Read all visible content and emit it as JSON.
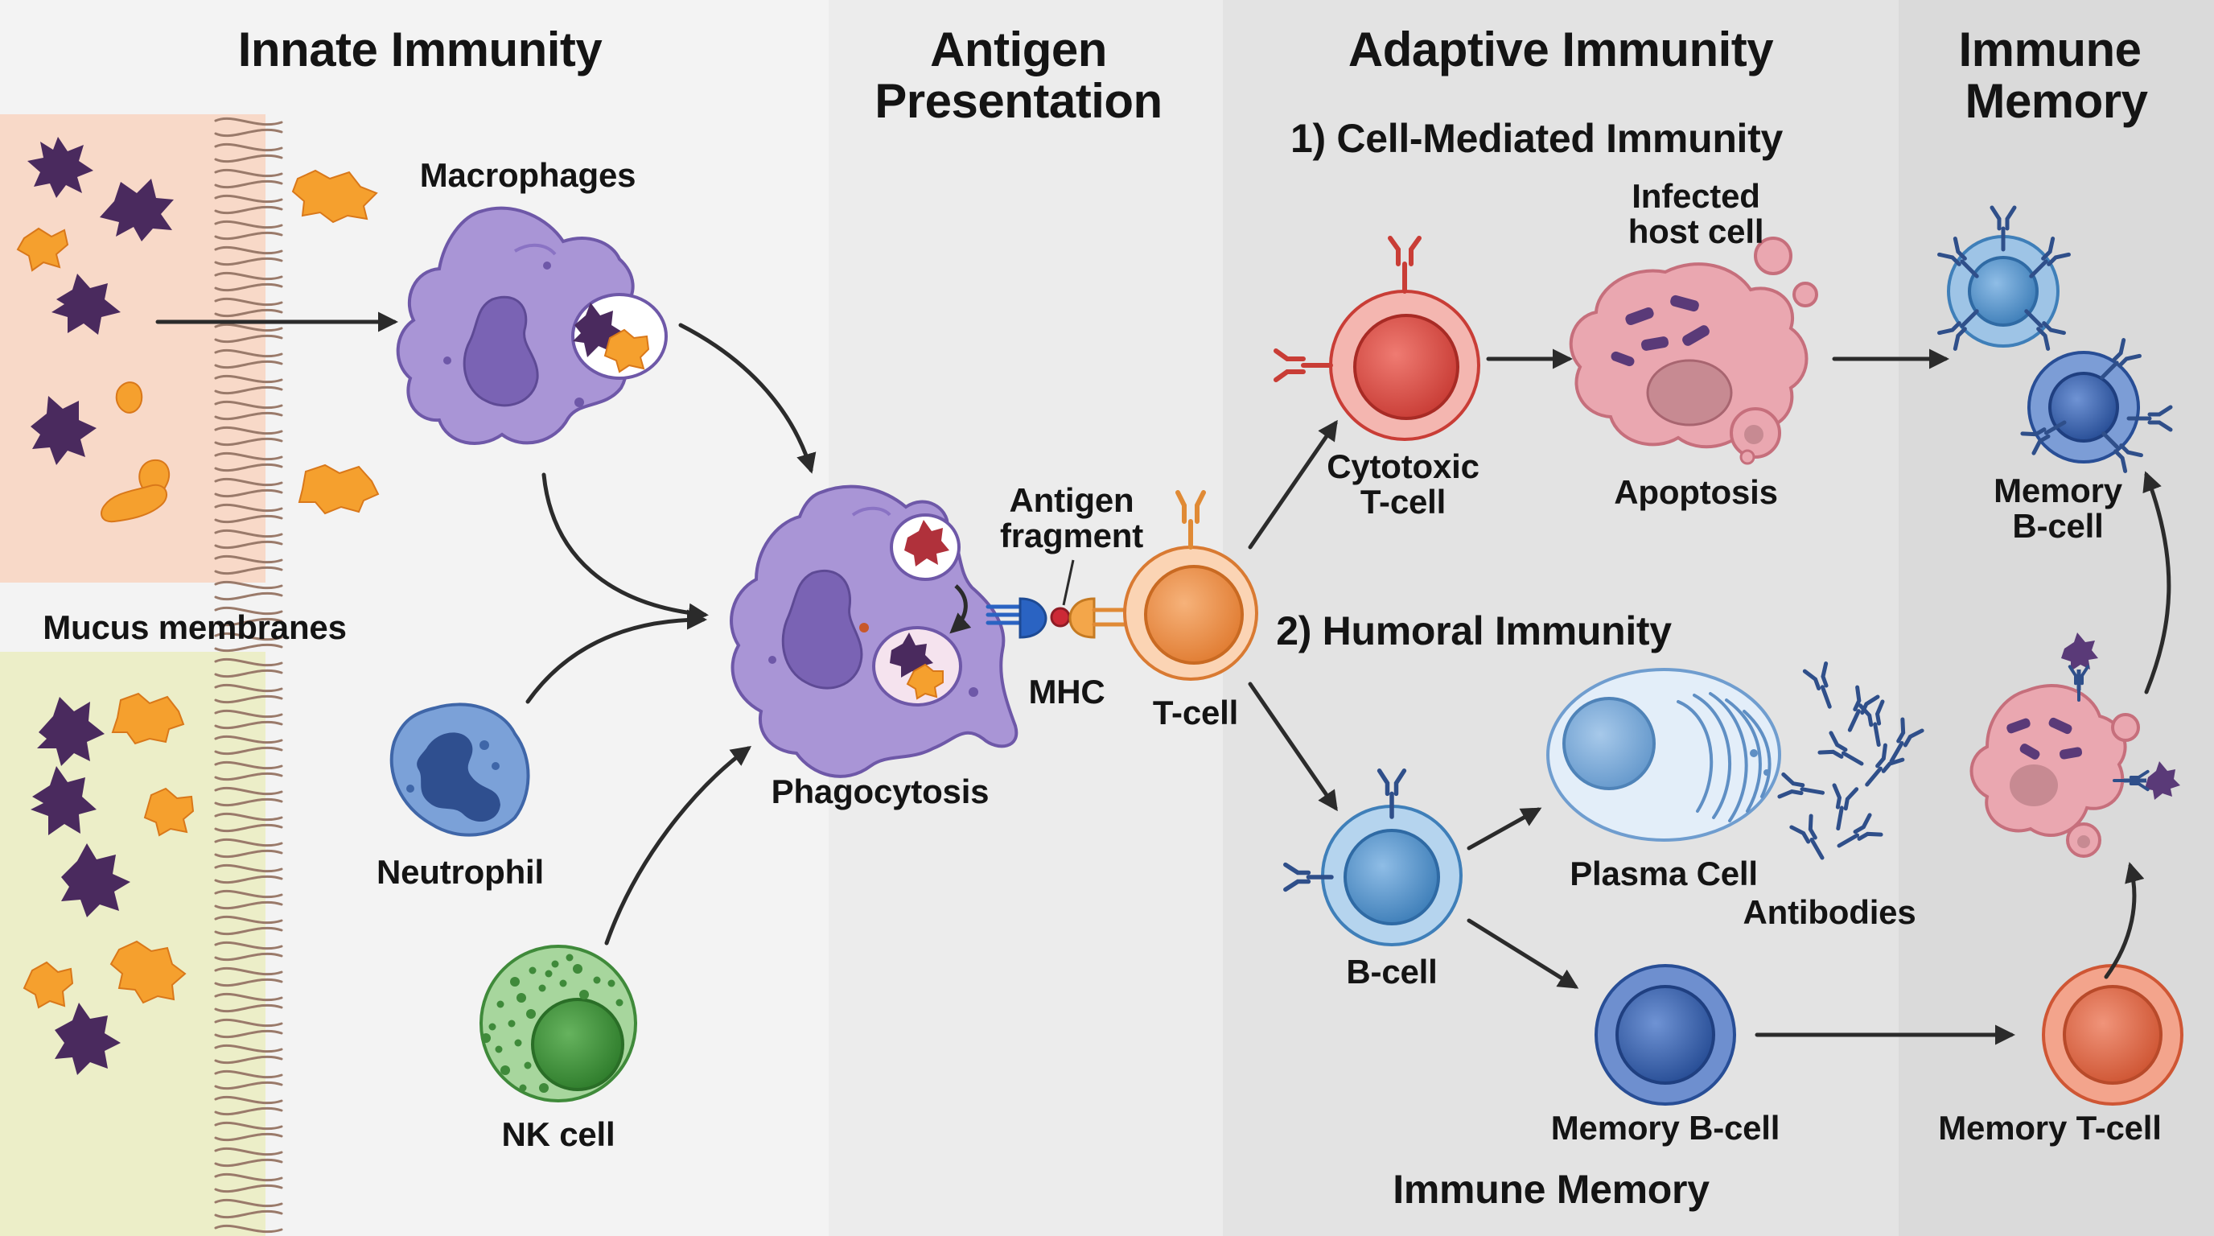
{
  "sections": {
    "innate": "Innate Immunity",
    "antigen_line1": "Antigen",
    "antigen_line2": "Presentation",
    "adaptive": "Adaptive Immunity",
    "memory_line1": "Immune",
    "memory_line2": "Memory"
  },
  "subsections": {
    "cell_mediated": "1) Cell-Mediated Immunity",
    "humoral": "2) Humoral Immunity",
    "immune_memory_bottom": "Immune Memory"
  },
  "labels": {
    "macrophages": "Macrophages",
    "mucus_membranes": "Mucus membranes",
    "neutrophil": "Neutrophil",
    "nk_cell": "NK cell",
    "phagocytosis": "Phagocytosis",
    "antigen_fragment_line1": "Antigen",
    "antigen_fragment_line2": "fragment",
    "mhc": "MHC",
    "t_cell": "T-cell",
    "cytotoxic_line1": "Cytotoxic",
    "cytotoxic_line2": "T-cell",
    "infected_line1": "Infected",
    "infected_line2": "host cell",
    "apoptosis": "Apoptosis",
    "memory_b_top_line1": "Memory",
    "memory_b_top_line2": "B-cell",
    "b_cell": "B-cell",
    "plasma_cell": "Plasma Cell",
    "antibodies": "Antibodies",
    "memory_b_cell": "Memory B-cell",
    "memory_t_cell": "Memory T-cell"
  },
  "colors": {
    "innate_bg": "#f3f3f3",
    "antigen_bg": "#ececec",
    "adaptive_bg": "#e2e2e2",
    "memory_bg": "#d9d9d9",
    "barrier_top": "#f8d9c8",
    "barrier_bottom": "#eceec8",
    "macrophage": "#a995d6",
    "macrophage_nucleus": "#7a63b4",
    "neutrophil": "#7ba1d8",
    "nk_cell": "#86c17d",
    "t_cell": "#f09b5a",
    "cytotoxic_t_cell": "#e25a50",
    "infected_cell": "#eaa7b0",
    "b_cell": "#7fb0da",
    "plasma_cell": "#cfe1f4",
    "memory_b_cell": "#5578bf",
    "memory_t_cell": "#e8775a",
    "pathogen_dark": "#4a2a5e",
    "pathogen_orange": "#f5a02e",
    "antibody": "#2f4f8a",
    "arrow": "#2b2b2b"
  },
  "icons": [
    "macrophage-cell-icon",
    "neutrophil-cell-icon",
    "nk-cell-icon",
    "antigen-presenting-cell-icon",
    "t-cell-icon",
    "cytotoxic-t-cell-icon",
    "infected-host-cell-icon",
    "b-cell-icon",
    "plasma-cell-icon",
    "antibody-icon",
    "memory-b-cell-icon",
    "memory-t-cell-icon",
    "pathogen-icon",
    "arrow-icon"
  ]
}
